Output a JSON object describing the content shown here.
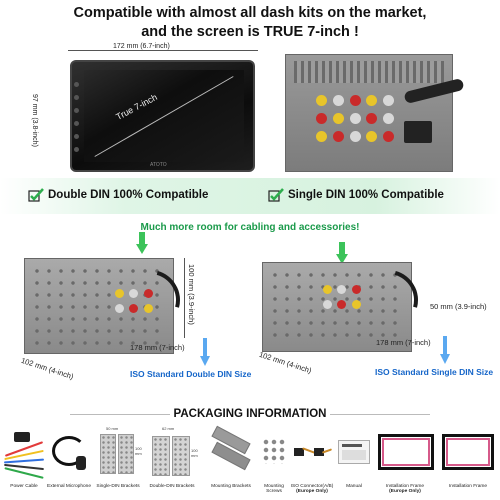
{
  "headline": {
    "line1": "Compatible with almost all dash kits on the market,",
    "line2": "and the screen is TRUE 7-inch !"
  },
  "screen": {
    "width_label": "172 mm (6.7-inch)",
    "height_label": "97 mm (3.8-inch)",
    "diagonal_label": "True 7-inch",
    "brand": "ATOTO"
  },
  "compatibility": {
    "double_din": "Double DIN 100% Compatible",
    "single_din": "Single DIN 100% Compatible",
    "check_color": "#2eae4e",
    "band_color": "#d7f2df"
  },
  "room_text": "Much more room for cabling and accessories!",
  "double_din": {
    "height_label": "100 mm (3.9-inch)",
    "depth_label": "178 mm (7-inch)",
    "width_label": "102 mm (4-inch)",
    "iso_label": "ISO Standard Double DIN Size"
  },
  "single_din": {
    "height_label": "50 mm (3.9-inch)",
    "depth_label": "178 mm (7-inch)",
    "width_label": "102 mm (4-inch)",
    "iso_label": "ISO Standard Single DIN Size"
  },
  "colors": {
    "green_text": "#1a9a4a",
    "iso_blue": "#1666c9",
    "arrow_green": "#3cc35a",
    "arrow_blue": "#5aa8f0"
  },
  "packaging": {
    "title": "PACKAGING INFORMATION",
    "items": [
      {
        "label": "Power Cable"
      },
      {
        "label": "External Microphone"
      },
      {
        "label": "Single-DIN Brackets"
      },
      {
        "label": "Double-DIN Brackets"
      },
      {
        "label": "Mounting Brackets"
      },
      {
        "label": "Mounting Screws"
      },
      {
        "label": "ISO Connector(A/B)",
        "note": "(Europe Only)"
      },
      {
        "label": "Manual"
      },
      {
        "label": "Installation Frame",
        "note": "(Europe Only)"
      },
      {
        "label": "Installation Frame"
      }
    ],
    "bracket_dims": {
      "single_top": "50 mm",
      "single_side": "100 mm",
      "double_top": "62 mm",
      "double_side": "100 mm"
    }
  }
}
